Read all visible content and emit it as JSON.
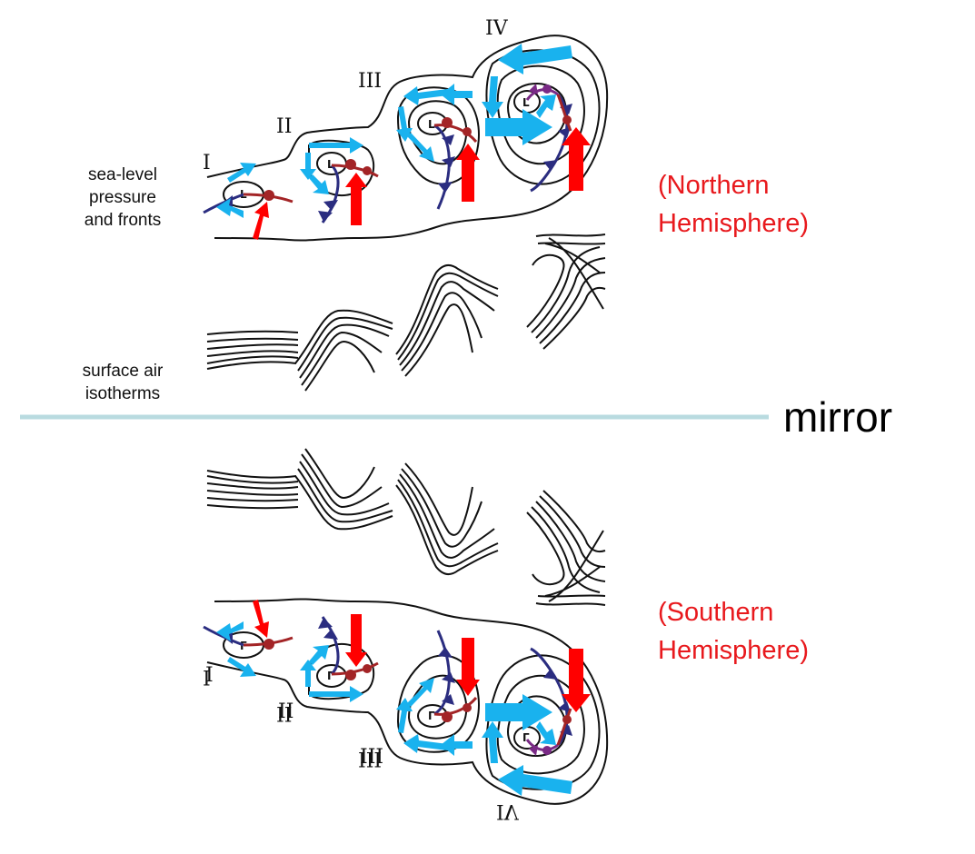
{
  "labels": {
    "sea_level_line1": "sea-level",
    "sea_level_line2": "pressure",
    "sea_level_line3": "and fronts",
    "surface_line1": "surface air",
    "surface_line2": "isotherms",
    "northern_line1": "(Northern",
    "northern_line2": "Hemisphere)",
    "southern_line1": "(Southern",
    "southern_line2": "Hemisphere)",
    "mirror": "mirror"
  },
  "stages": {
    "I": "I",
    "II": "II",
    "III": "III",
    "IV": "IV",
    "IV_mirrored": "IV"
  },
  "low_symbol": "L",
  "colors": {
    "cold_front": "#2b2d80",
    "warm_front": "#a32426",
    "occluded_front": "#7a2a86",
    "warm_air_arrow": "#ff0000",
    "cold_air_arrow": "#19b2ee",
    "mirror_line": "#b9dbe0",
    "hemisphere_text": "#e8191d"
  }
}
